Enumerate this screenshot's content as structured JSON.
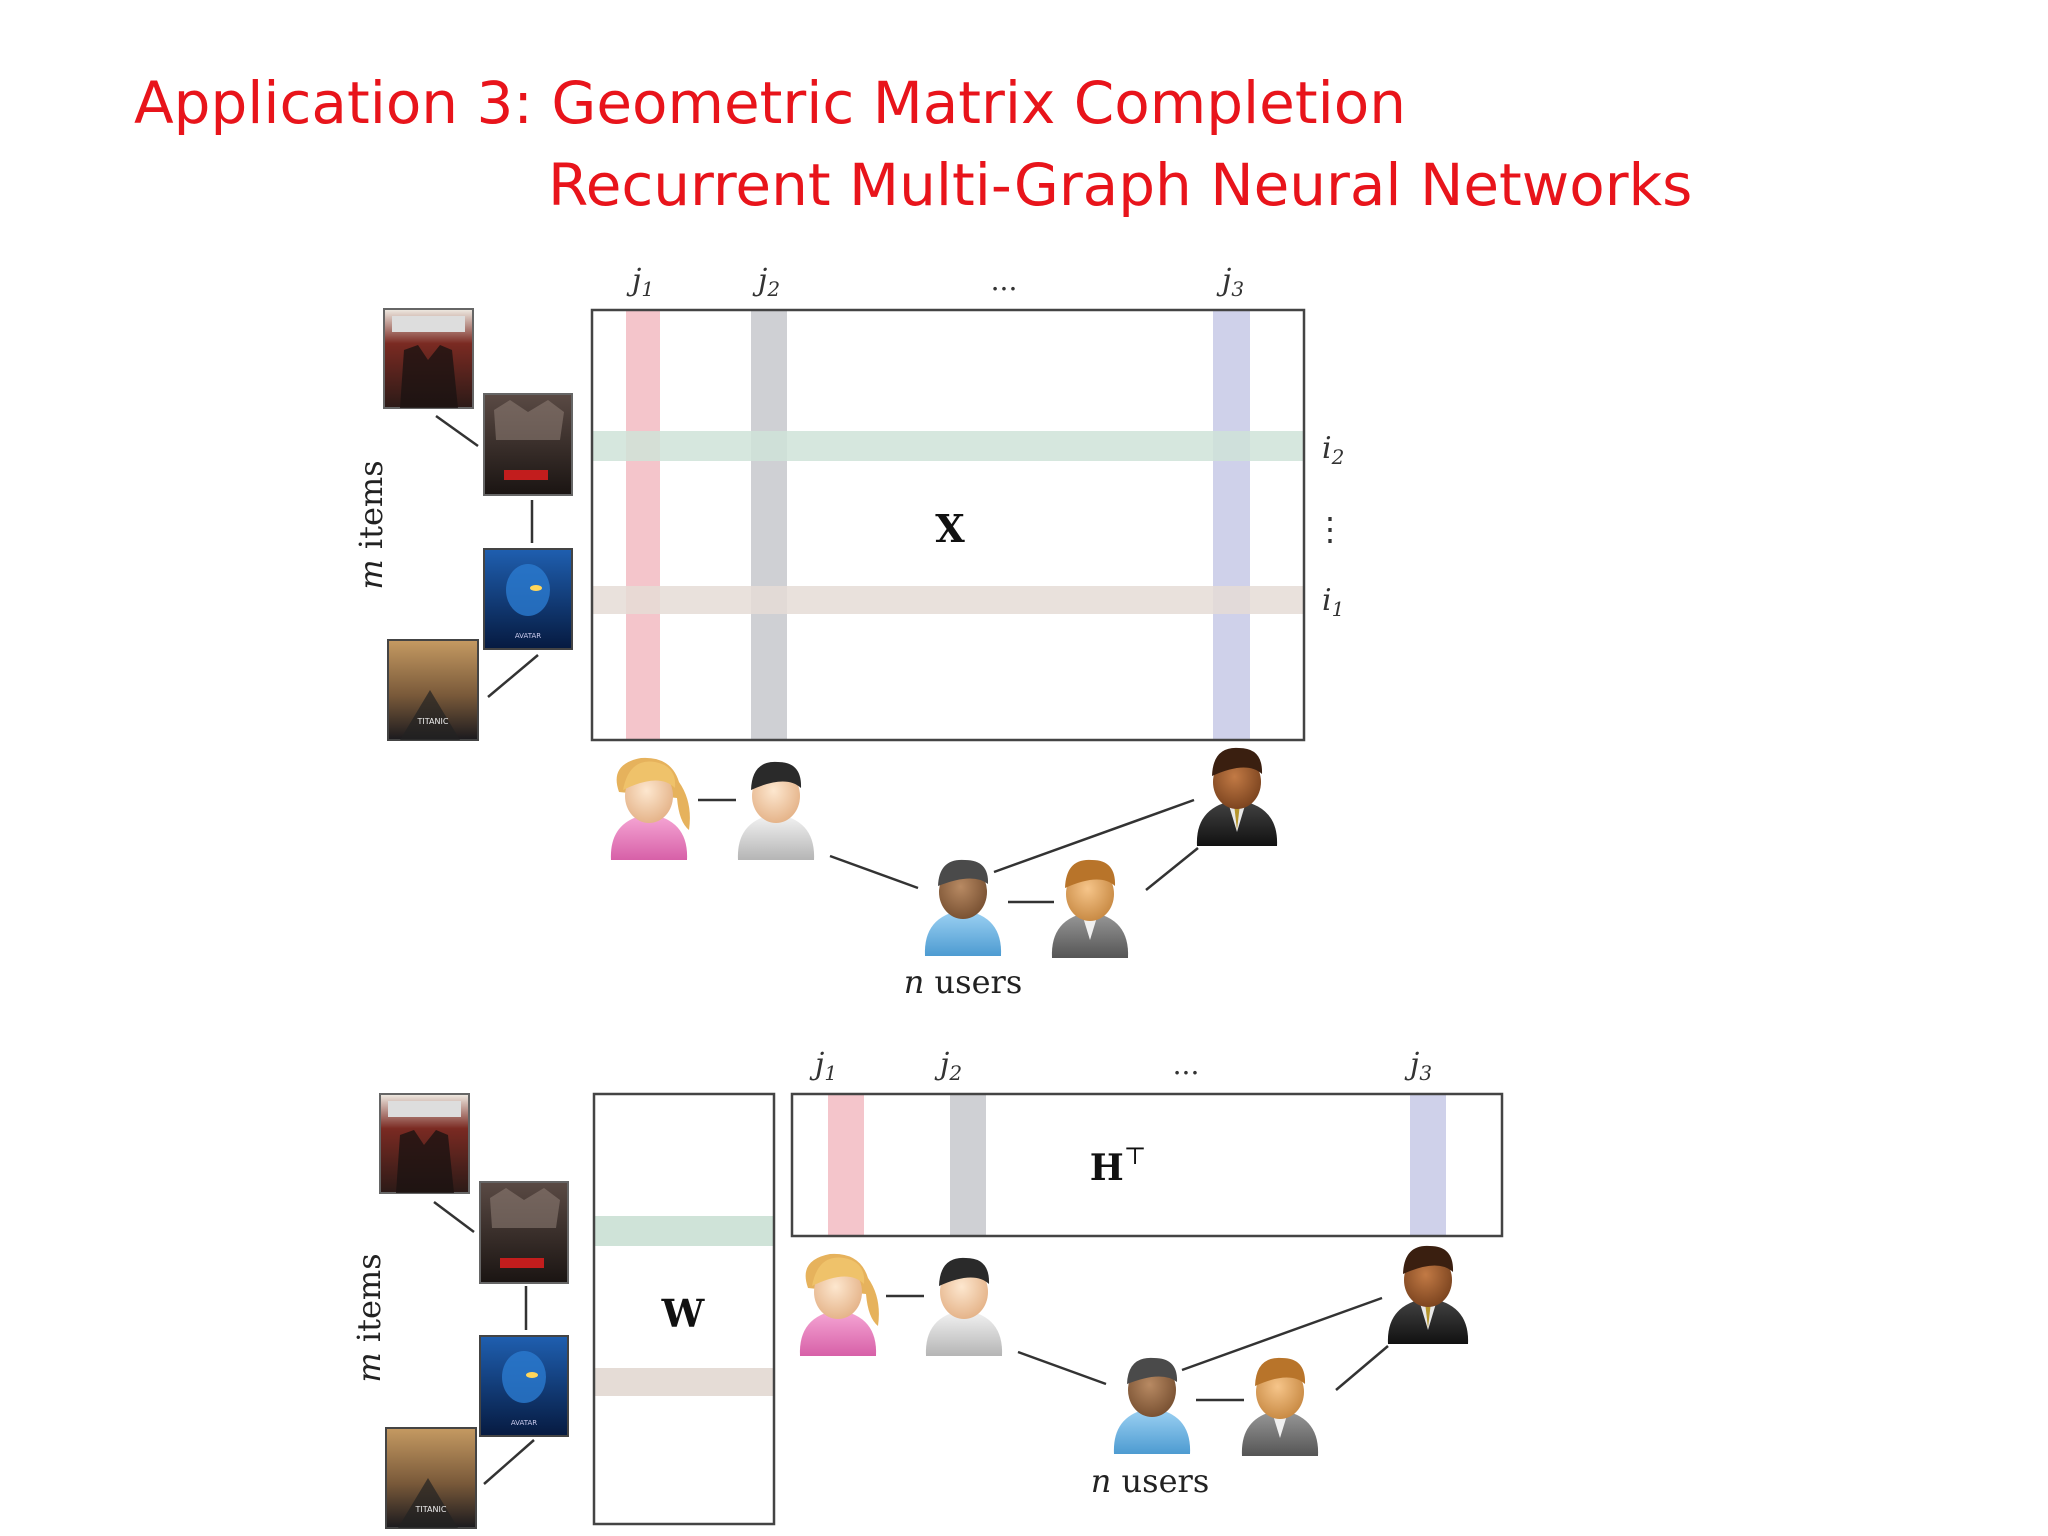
{
  "title": {
    "line1": "Application 3: Geometric Matrix Completion",
    "line2": "Recurrent Multi-Graph Neural Networks"
  },
  "top_diagram": {
    "matrix_label": "X",
    "columns": [
      "j",
      "j",
      "j"
    ],
    "column_subscripts": [
      "1",
      "2",
      "3"
    ],
    "column_ellipsis": "...",
    "rows": [
      "i",
      "i"
    ],
    "row_subscripts": [
      "2",
      "1"
    ],
    "row_ellipsis": "⋮",
    "side_label_var": "m",
    "side_label_text": " items",
    "bottom_label_var": "n",
    "bottom_label_text": " users",
    "movie_posters": [
      "",
      "",
      "AVATAR",
      "TITANIC"
    ]
  },
  "bottom_diagram": {
    "left_matrix_label": "W",
    "right_matrix_label": "H",
    "right_matrix_superscript": "⊤",
    "columns": [
      "j",
      "j",
      "j"
    ],
    "column_subscripts": [
      "1",
      "2",
      "3"
    ],
    "column_ellipsis": "...",
    "side_label_var": "m",
    "side_label_text": " items",
    "bottom_label_var": "n",
    "bottom_label_text": " users",
    "movie_posters": [
      "",
      "",
      "AVATAR",
      "TITANIC"
    ]
  },
  "colors": {
    "title": "#e8141b",
    "band_red": "#f4c5cb",
    "band_gray": "#cfd0d4",
    "band_blue": "#cfd1ea",
    "band_green": "#cfe3d8",
    "band_tan": "#e5dcd6"
  }
}
